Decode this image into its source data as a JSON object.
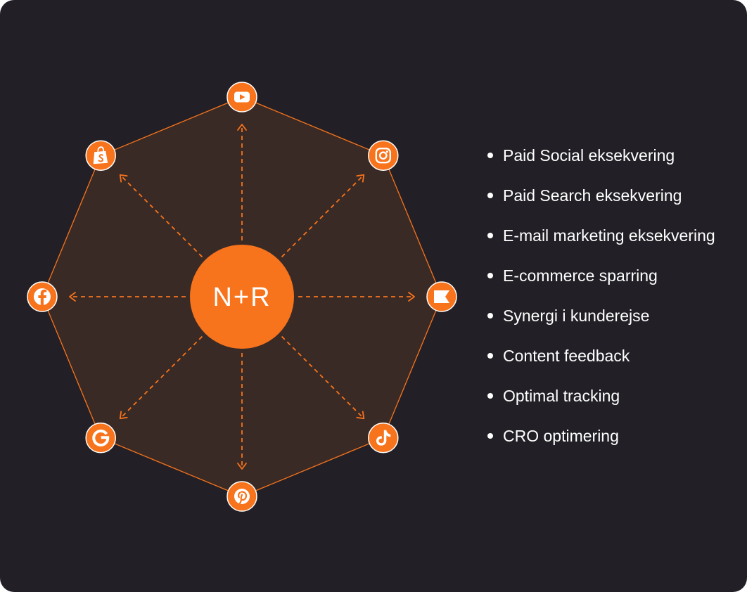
{
  "colors": {
    "background": "#222026",
    "accent": "#F7731C",
    "octagon_fill": "#3A2A25",
    "text": "#FFFFFF"
  },
  "hub": {
    "logo_text": "N+R",
    "logo_icon": "nr-logo"
  },
  "platforms": [
    {
      "name": "youtube",
      "icon": "youtube-icon"
    },
    {
      "name": "instagram",
      "icon": "instagram-icon"
    },
    {
      "name": "flag",
      "icon": "flag-icon"
    },
    {
      "name": "tiktok",
      "icon": "tiktok-icon"
    },
    {
      "name": "pinterest",
      "icon": "pinterest-icon"
    },
    {
      "name": "google",
      "icon": "google-icon"
    },
    {
      "name": "facebook",
      "icon": "facebook-icon"
    },
    {
      "name": "shopify",
      "icon": "shopify-icon"
    }
  ],
  "services": [
    "Paid Social eksekvering",
    "Paid Search eksekvering",
    "E-mail marketing eksekvering",
    "E-commerce sparring",
    "Synergi i kunderejse",
    "Content feedback",
    "Optimal tracking",
    "CRO optimering"
  ]
}
